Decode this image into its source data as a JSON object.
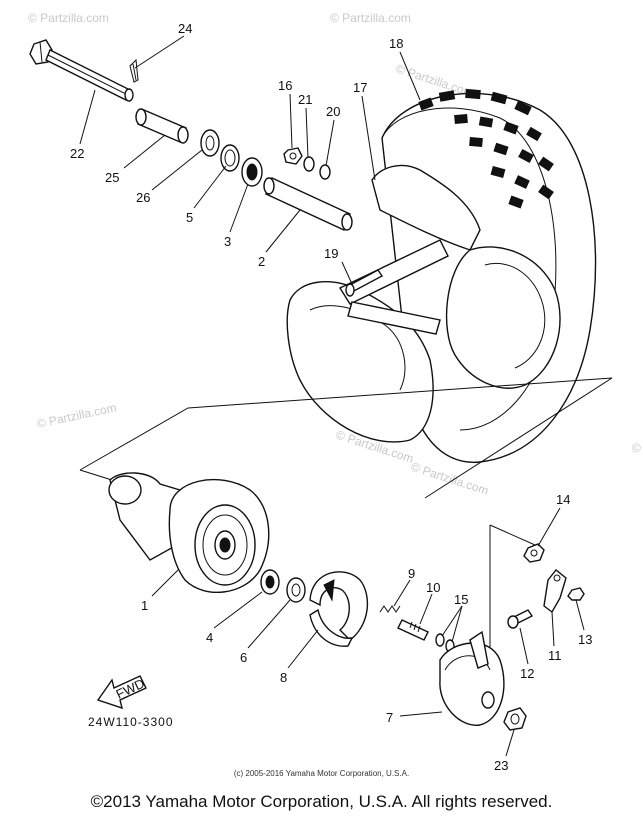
{
  "watermarks": [
    "© Partzilla.com",
    "© Partzilla.com",
    "© Partzilla.com",
    "© Partzilla.com",
    "© Partzilla.com",
    "© Partzilla.com",
    "©"
  ],
  "diagram_code": "24W110-3300",
  "small_copyright": "(c) 2005-2016 Yamaha Motor Corporation, U.S.A.",
  "copyright": "©2013 Yamaha Motor Corporation, U.S.A. All rights reserved.",
  "fwd_label": "FWD",
  "callouts": {
    "p1": "1",
    "p2": "2",
    "p3": "3",
    "p4": "4",
    "p5": "5",
    "p6": "6",
    "p7": "7",
    "p8": "8",
    "p9": "9",
    "p10": "10",
    "p11": "11",
    "p12": "12",
    "p13": "13",
    "p14": "14",
    "p15": "15",
    "p16": "16",
    "p17": "17",
    "p18": "18",
    "p19": "19",
    "p20": "20",
    "p21": "21",
    "p22": "22",
    "p23": "23",
    "p24": "24",
    "p25": "25",
    "p26": "26"
  }
}
